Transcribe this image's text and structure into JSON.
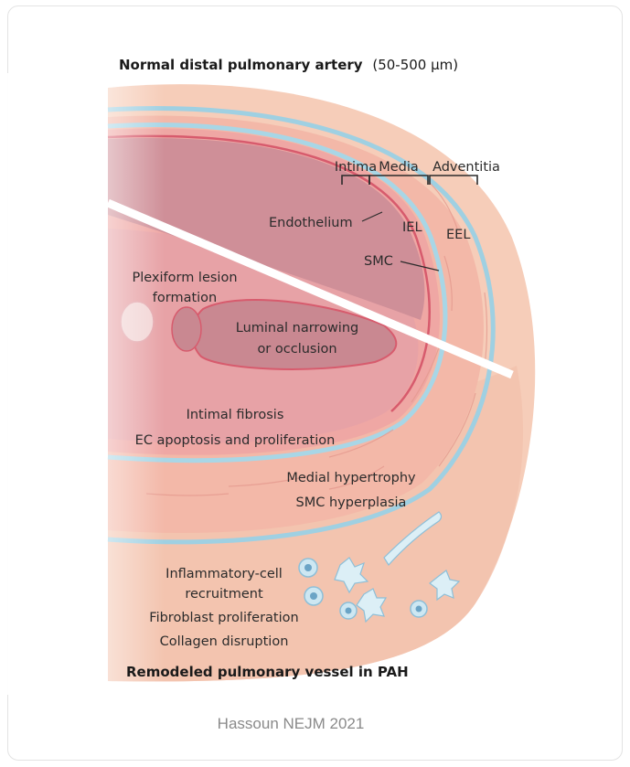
{
  "figure": {
    "title_top_bold": "Normal distal pulmonary artery",
    "title_top_size": "(50-500 μm)",
    "title_bottom": "Remodeled pulmonary vessel in PAH",
    "caption": "Hassoun NEJM 2021",
    "layers": [
      "Intima",
      "Media",
      "Adventitia"
    ],
    "labels": {
      "endothelium": "Endothelium",
      "iel": "IEL",
      "eel": "EEL",
      "smc": "SMC",
      "plexiform_1": "Plexiform lesion",
      "plexiform_2": "formation",
      "luminal_1": "Luminal narrowing",
      "luminal_2": "or occlusion",
      "intimal_fibrosis": "Intimal fibrosis",
      "ec_apoptosis": "EC apoptosis and proliferation",
      "medial_1": "Medial hypertrophy",
      "medial_2": "SMC hyperplasia",
      "inflammatory_1": "Inflammatory-cell",
      "inflammatory_2": "recruitment",
      "fibroblast": "Fibroblast proliferation",
      "collagen": "Collagen disruption"
    },
    "colors": {
      "adventitia": "#f6cdb9",
      "media": "#f3b8a8",
      "intima_edge": "#d75b6d",
      "lumen": "#cf8f98",
      "membrane": "#9fd0e2",
      "divider": "#ffffff"
    }
  }
}
